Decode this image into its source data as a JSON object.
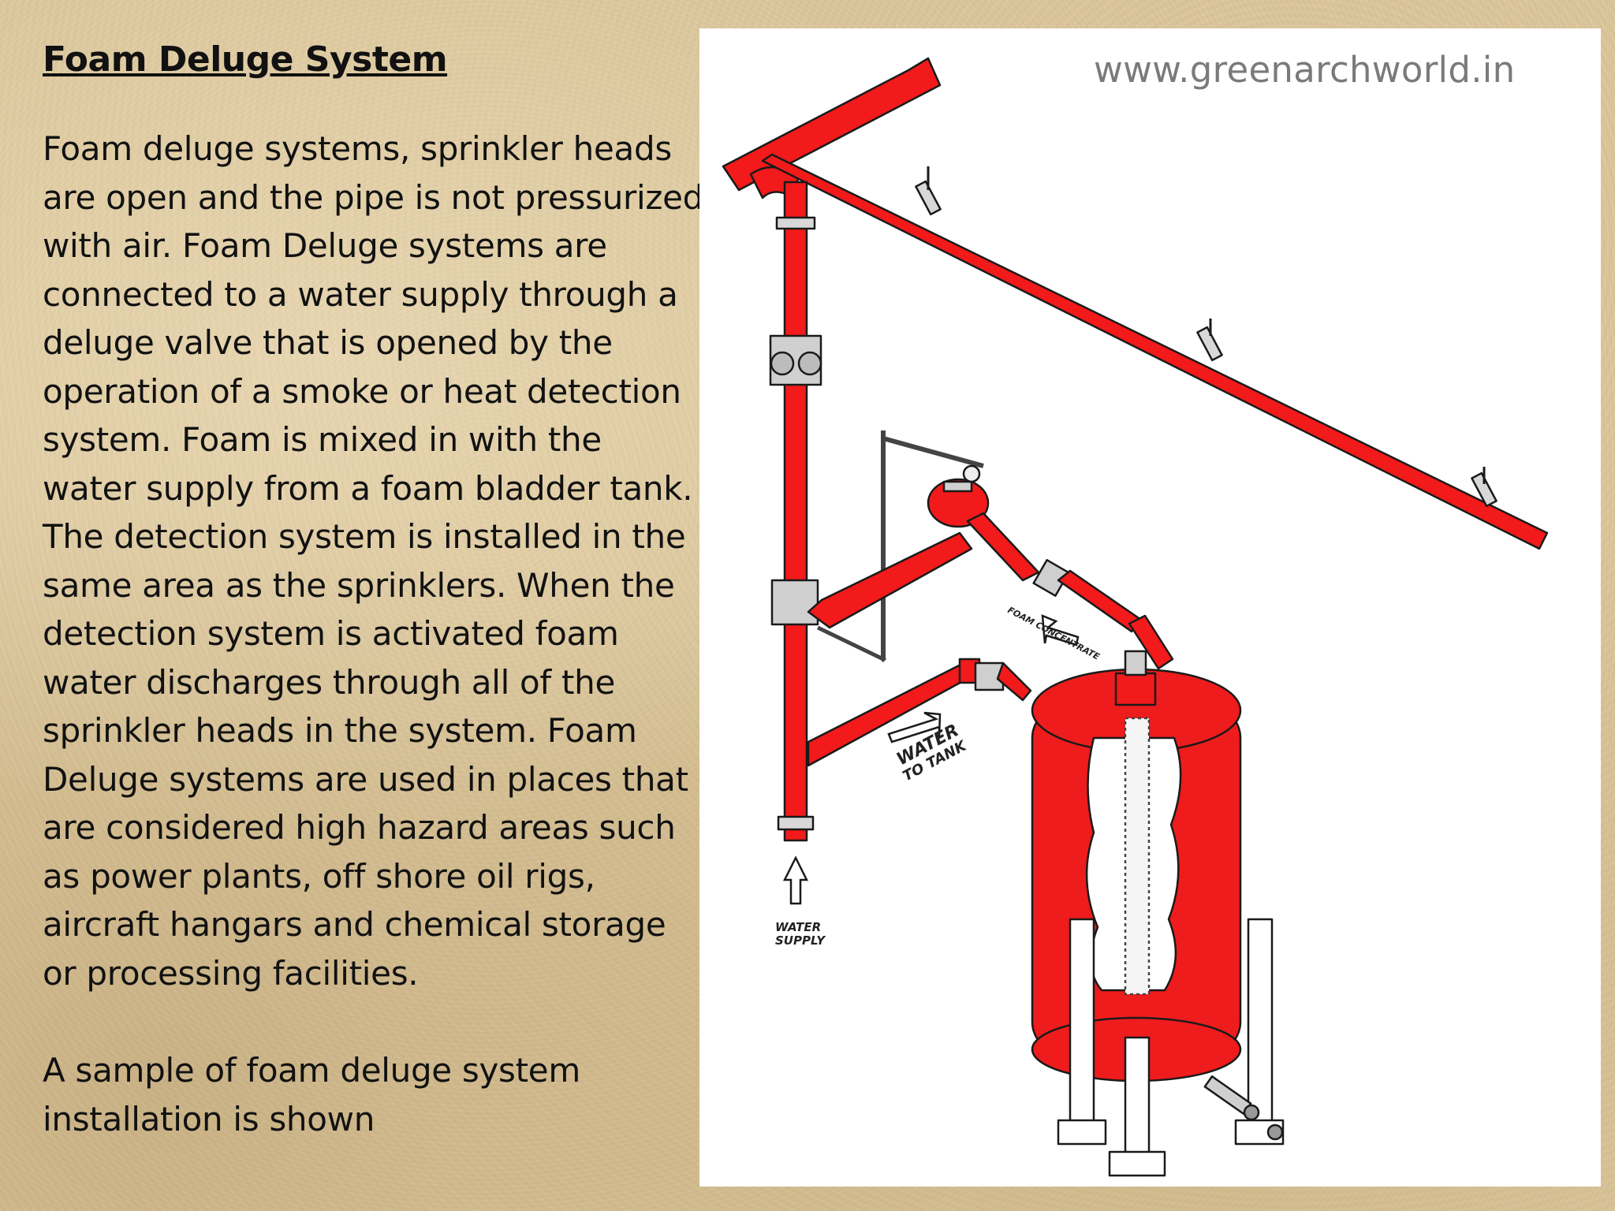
{
  "slide": {
    "title": "Foam Deluge System",
    "paragraphs": [
      "Foam deluge systems, sprinkler heads are open and the pipe is not pressurized with air. Foam Deluge systems are connected to a water supply through a deluge valve that is opened by the operation of a smoke or heat detection system. Foam is mixed in with the water supply from a foam bladder tank. The detection system is installed in the same area as the sprinklers. When the detection system is activated foam water discharges through all of the sprinkler heads in the system. Foam Deluge systems are used in places that are considered high hazard areas such as power plants, off shore oil rigs, aircraft hangars and chemical storage or processing facilities.",
      "A sample of foam deluge system installation is shown"
    ]
  },
  "figure": {
    "watermark": "www.greenarchworld.in",
    "labels": {
      "water_supply_line1": "WATER",
      "water_supply_line2": "SUPPLY",
      "water_to_tank_line1": "WATER",
      "water_to_tank_line2": "TO TANK",
      "foam_concentrate": "FOAM CONCENTRATE"
    },
    "colors": {
      "pipe": "#f21a1a",
      "outline": "#1a1a1a",
      "tank": "#ee1c1c",
      "background": "#ffffff"
    }
  }
}
